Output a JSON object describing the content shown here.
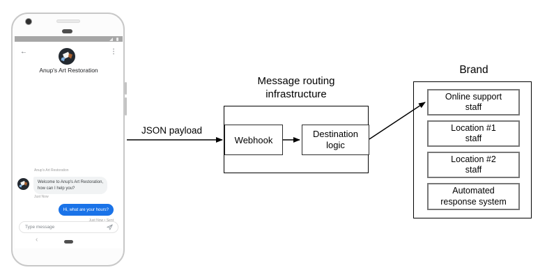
{
  "colors": {
    "accent_blue": "#1a73e8",
    "incoming_bubble": "#f1f3f4",
    "diagram_line": "#000000",
    "brand_inner_border": "#777777"
  },
  "phone": {
    "header": {
      "title": "Anup's Art Restoration"
    },
    "icons": {
      "back": "←",
      "menu": "⋮",
      "nav_back": "‹"
    },
    "chat": {
      "sender_label": "Anup's Art Restoration",
      "incoming": {
        "lines": [
          "Welcome to Anup's Art Restoration,",
          "how can I help you?"
        ],
        "timestamp": "Just Now"
      },
      "outgoing": {
        "text": "Hi, what are your hours?",
        "timestamp": "Just Now • Sent"
      }
    },
    "composer": {
      "placeholder": "Type message",
      "send_icon": "send-paper-plane"
    }
  },
  "diagram": {
    "payload_label": "JSON payload",
    "routing": {
      "title_lines": [
        "Message routing",
        "infrastructure"
      ],
      "webhook": "Webhook",
      "destination_lines": [
        "Destination",
        "logic"
      ]
    },
    "brand": {
      "title": "Brand",
      "boxes": [
        {
          "lines": [
            "Online support",
            "staff"
          ]
        },
        {
          "lines": [
            "Location #1",
            "staff"
          ]
        },
        {
          "lines": [
            "Location #2",
            "staff"
          ]
        },
        {
          "lines": [
            "Automated",
            "response system"
          ]
        }
      ]
    }
  }
}
